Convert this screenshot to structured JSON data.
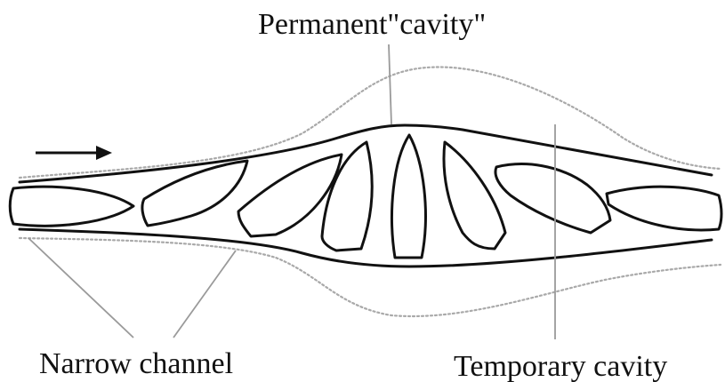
{
  "labels": {
    "permanent_cavity": "Permanent\"cavity\"",
    "narrow_channel": "Narrow channel",
    "temporary_cavity": "Temporary cavity"
  },
  "colors": {
    "stroke": "#111111",
    "dotted": "#a9a9a9",
    "leader": "#9a9a9a",
    "background": "#ffffff"
  }
}
